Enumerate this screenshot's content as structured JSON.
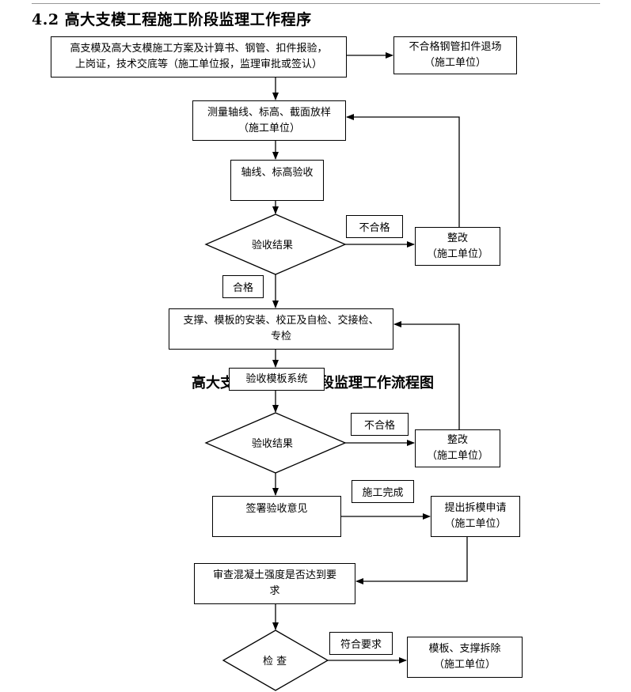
{
  "heading": "4.2 高大支模工程施工阶段监理工作程序",
  "background_title": "高大支模工程施工阶段监理工作流程图",
  "nodes": {
    "plan": [
      "高支模及高大支模施工方案及计算书、钢管、扣件报验，",
      "上岗证，技术交底等（施工单位报，监理审批或签认）"
    ],
    "reject_pipes": [
      "不合格钢管扣件退场",
      "（施工单位）"
    ],
    "survey": [
      "测量轴线、标高、截面放样",
      "（施工单位）"
    ],
    "axis_check": "轴线、标高验收",
    "result1": "验收结果",
    "fix1": [
      "整改",
      "（施工单位）"
    ],
    "install": [
      "支撑、模板的安装、校正及自检、交接检、",
      "专检"
    ],
    "accept_system": "验收模板系统",
    "result2": "验收结果",
    "fix2": [
      "整改",
      "（施工单位）"
    ],
    "sign": "签署验收意见",
    "apply": [
      "提出拆模申请",
      "（施工单位）"
    ],
    "review": [
      "审查混凝土强度是否达到要",
      "求"
    ],
    "inspect": "检 查",
    "remove": [
      "模板、支撑拆除",
      "（施工单位）"
    ]
  },
  "edge_labels": {
    "fail1": "不合格",
    "pass1": "合格",
    "fail2": "不合格",
    "done": "施工完成",
    "meets": "符合要求"
  }
}
